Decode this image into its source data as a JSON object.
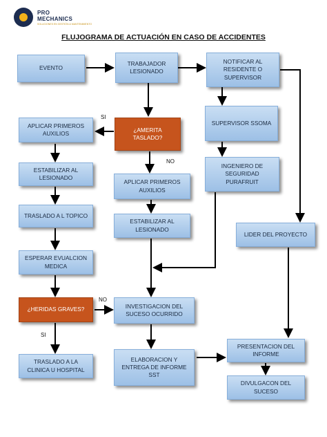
{
  "logo": {
    "line1": "PRO",
    "line2": "MECHANICS",
    "tagline": "SOLUCIONES EN GESTIÓN & MANTENIMIENTO"
  },
  "title": "FLUJOGRAMA DE ACTUACIÓN EN CASO DE ACCIDENTES",
  "nodes": {
    "evento": "EVENTO",
    "trabajador": "TRABAJADOR\nLESIONADO",
    "notificar": "NOTIFICAR AL\nRESIDENTE O\nSUPERVISOR",
    "aplicar1": "APLICAR PRIMEROS\nAUXILIOS",
    "amerita": "¿AMERITA\nTASLADO?",
    "supervisor": "SUPERVISOR SSOMA",
    "estabilizar1": "ESTABILIZAR AL\nLESIONADO",
    "aplicar2": "APLICAR PRIMEROS\nAUXILIOS",
    "ingeniero": "INGENIERO DE\nSEGURIDAD\nPURAFRUIT",
    "traslado_topico": "TRASLADO A L TOPICO",
    "estabilizar2": "ESTABILIZAR AL\nLESIONADO",
    "lider": "LIDER DEL PROYECTO",
    "esperar": "ESPERAR EVUALCION\nMEDICA",
    "heridas": "¿HERIDAS GRAVES?",
    "investigacion": "INVESTIGACION DEL\nSUCESO OCURRIDO",
    "traslado_clinica": "TRASLADO A LA\nCLINICA U HOSPITAL",
    "elaboracion": "ELABORACION Y\nENTREGA DE INFORME\nSST",
    "presentacion": "PRESENTACION DEL\nINFORME",
    "divulgacion": "DIVULGACON DEL\nSUCESO"
  },
  "labels": {
    "si_1": "SI",
    "no_1": "NO",
    "no_2": "NO",
    "si_2": "SI"
  }
}
